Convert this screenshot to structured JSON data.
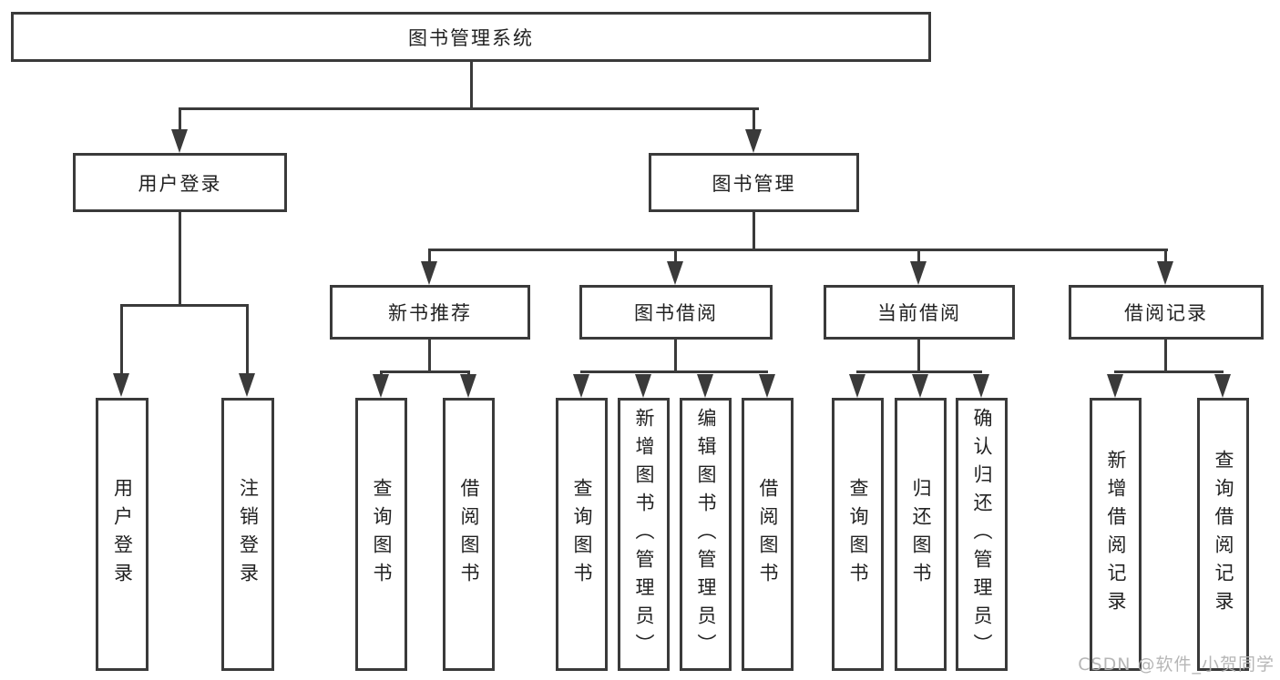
{
  "diagram": {
    "root": "图书管理系统",
    "branches": {
      "user_login": "用户登录",
      "book_management": "图书管理"
    },
    "modules": {
      "new_book_recommend": "新书推荐",
      "book_borrow": "图书借阅",
      "current_borrow": "当前借阅",
      "borrow_record": "借阅记录"
    },
    "leaves": {
      "user_login": "用户登录",
      "logout": "注销登录",
      "nbr_query_book": "查询图书",
      "nbr_borrow_book": "借阅图书",
      "bb_query_book": "查询图书",
      "bb_add_book": "新增图书（管理员）",
      "bb_edit_book": "编辑图书（管理员）",
      "bb_borrow_book": "借阅图书",
      "cb_query_book": "查询图书",
      "cb_return_book": "归还图书",
      "cb_confirm_return": "确认归还（管理员）",
      "br_add_record": "新增借阅记录",
      "br_query_record": "查询借阅记录"
    }
  },
  "watermark": "CSDN @软件_小贺同学",
  "colors": {
    "line": "#3a3a3a",
    "text": "#222222",
    "watermark": "#b3b3b3",
    "background": "#ffffff"
  }
}
